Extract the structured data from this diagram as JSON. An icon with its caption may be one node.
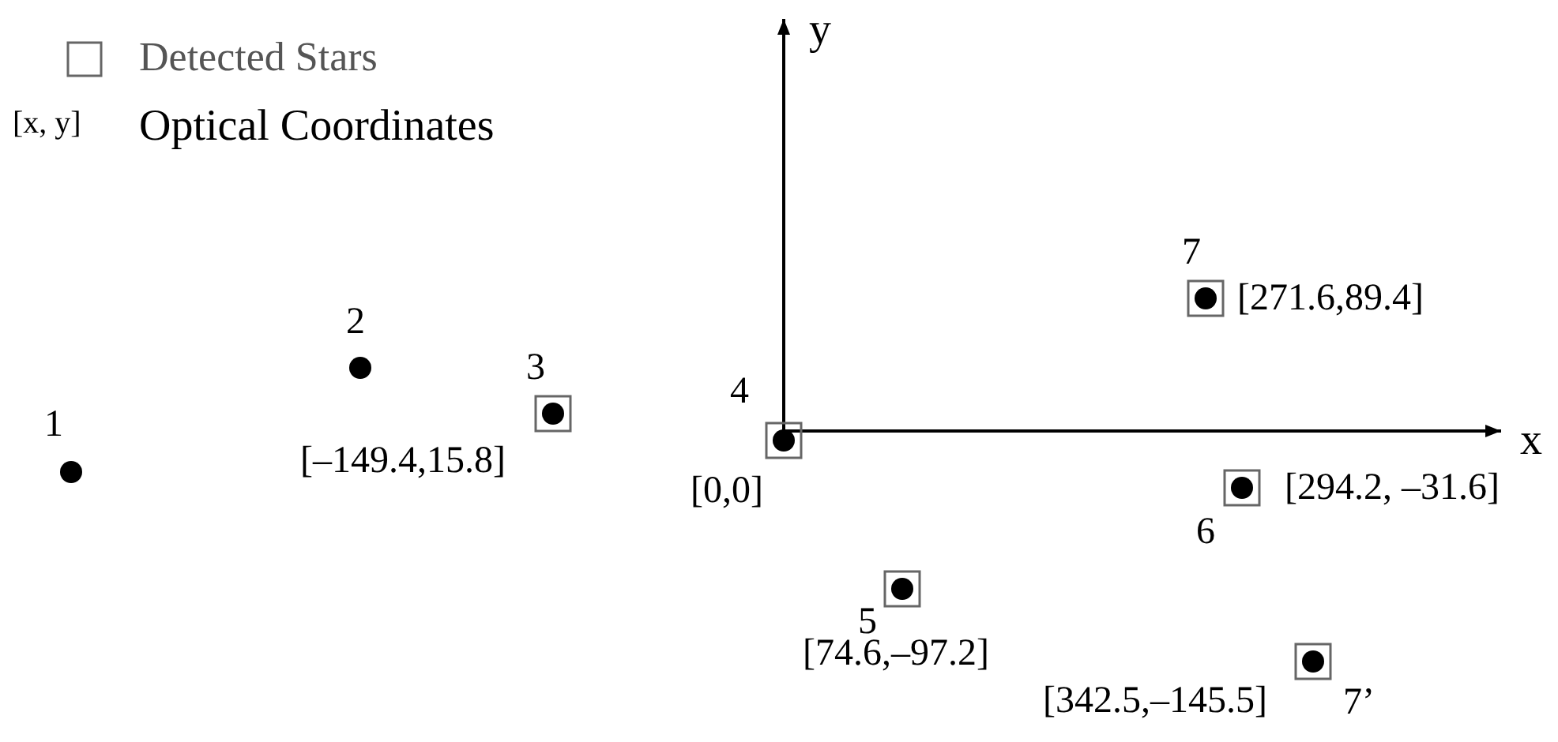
{
  "diagram": {
    "labels": [
      "[x, y]",
      "y",
      "7",
      "[271.6,89.4]",
      "2",
      "3",
      "4",
      "x",
      "1",
      "[–149.4,15.8]",
      "[0,0]",
      "[294.2, –31.6]",
      "6",
      "5",
      "[74.6,–97.2]",
      "[342.5,–145.5]",
      "7’"
    ],
    "legend": [
      {
        "text": "Detected Stars"
      },
      {
        "text": "Optical Coordinates"
      }
    ]
  }
}
